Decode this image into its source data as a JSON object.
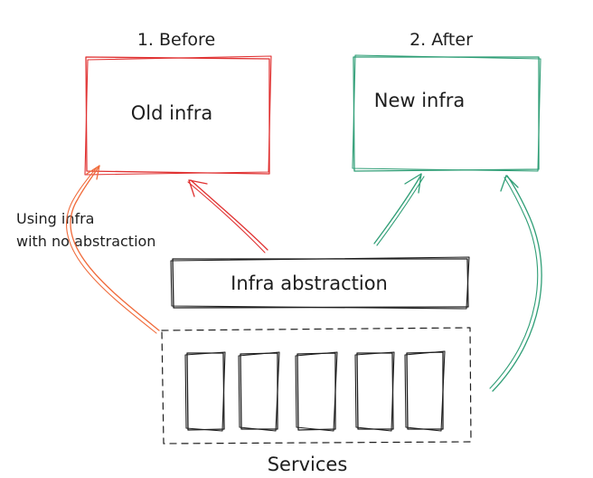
{
  "colors": {
    "ink": "#1e1e1e",
    "before": "#e03131",
    "after": "#2f9e76",
    "direct": "#f06a3a"
  },
  "before": {
    "heading": "1. Before",
    "box_label": "Old infra"
  },
  "after": {
    "heading": "2. After",
    "box_label": "New infra"
  },
  "abstraction": {
    "label": "Infra abstraction"
  },
  "direct_use": {
    "line1": "Using infra",
    "line2": "with no abstraction"
  },
  "services": {
    "label": "Services",
    "count": 5
  }
}
